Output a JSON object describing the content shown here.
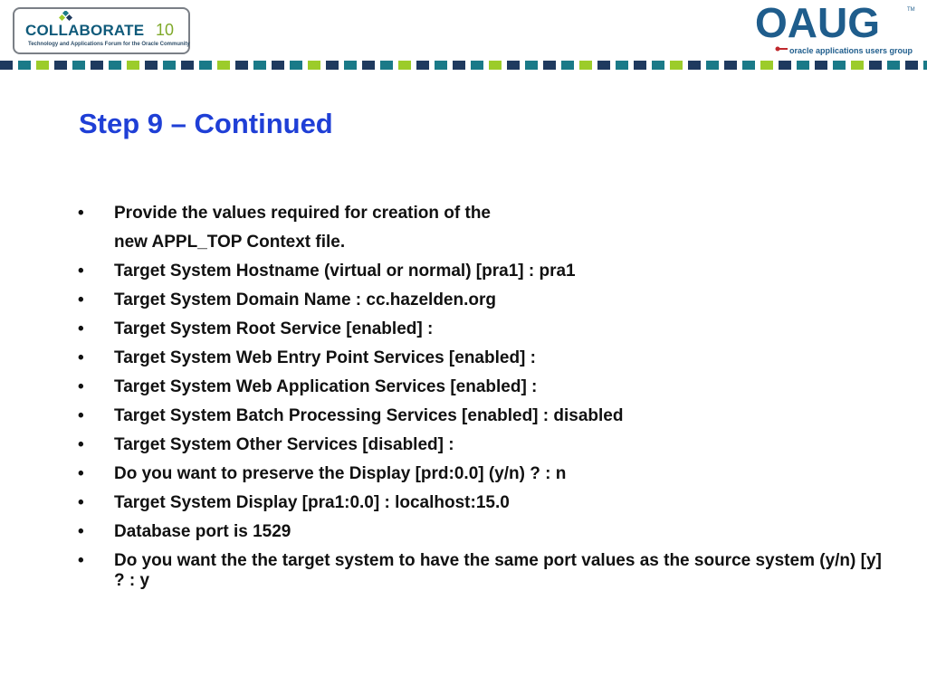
{
  "header": {
    "left_logo": {
      "wordmark": "COLLABORATE",
      "edition": "10",
      "tagline": "Technology and Applications Forum for the Oracle Community"
    },
    "right_logo": {
      "wordmark": "OAUG",
      "trademark": "TM",
      "subtitle": "oracle applications users group"
    }
  },
  "slide": {
    "title": "Step 9 – Continued",
    "bullet_glyph": "•",
    "bullets": [
      {
        "text": "Provide the values required for creation of the",
        "continuation": "new APPL_TOP Context file."
      },
      {
        "text": "Target System Hostname (virtual or normal) [pra1] : pra1"
      },
      {
        "text": "Target System Domain Name : cc.hazelden.org"
      },
      {
        "text": "Target System Root Service [enabled] :"
      },
      {
        "text": "Target System Web Entry Point Services [enabled] :"
      },
      {
        "text": "Target System Web Application Services [enabled] :"
      },
      {
        "text": "Target System Batch Processing Services [enabled] : disabled"
      },
      {
        "text": "Target System Other Services [disabled] :"
      },
      {
        "text": "Do you want to preserve the Display [prd:0.0] (y/n) ? : n"
      },
      {
        "text": "Target System Display [pra1:0.0] : localhost:15.0"
      },
      {
        "text": "Database port is 1529"
      },
      {
        "text": "Do you want the the target system to have the same port values as the source system (y/n) [y] ? : y"
      }
    ]
  },
  "colors": {
    "title": "#1f3fd6",
    "stripe_navy": "#1f3a5f",
    "stripe_teal": "#1a7a88",
    "stripe_green": "#9ccc2a",
    "oaug_blue": "#1f5d8c"
  }
}
